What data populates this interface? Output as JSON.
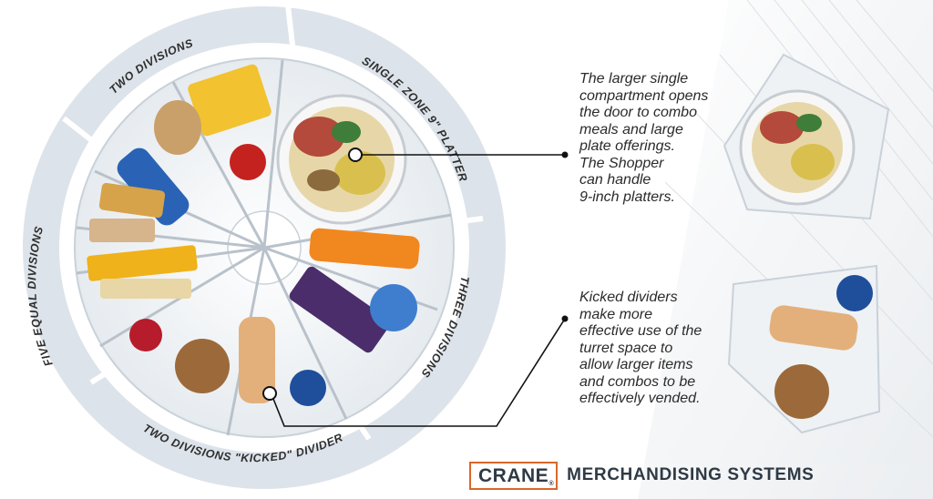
{
  "segment_labels": {
    "single_zone": "SINGLE ZONE 9\" PLATTER",
    "two_divisions": "TWO DIVISIONS",
    "five_equal": "FIVE EQUAL DIVISIONS",
    "kicked_divider": "TWO DIVISIONS \"KICKED\" DIVIDER",
    "three_divisions": "THREE DIVISIONS"
  },
  "callout_top": {
    "lines": [
      "The larger single",
      "compartment opens",
      "the door to combo",
      "meals and large",
      "plate offerings.",
      "The Shopper",
      "can handle",
      "9-inch platters."
    ]
  },
  "callout_bottom": {
    "lines": [
      "Kicked dividers",
      "make more",
      "effective use of the",
      "turret space to",
      "allow larger items",
      "and combos to be",
      "effectively vended."
    ]
  },
  "brand": {
    "name": "CRANE",
    "registered": "®",
    "tagline": "MERCHANDISING SYSTEMS",
    "accent_color": "#d9672a",
    "text_color": "#2f3a45"
  },
  "colors": {
    "ring": "#dfe4ea",
    "tray": "#eef2f5",
    "callout_line": "#111111"
  }
}
